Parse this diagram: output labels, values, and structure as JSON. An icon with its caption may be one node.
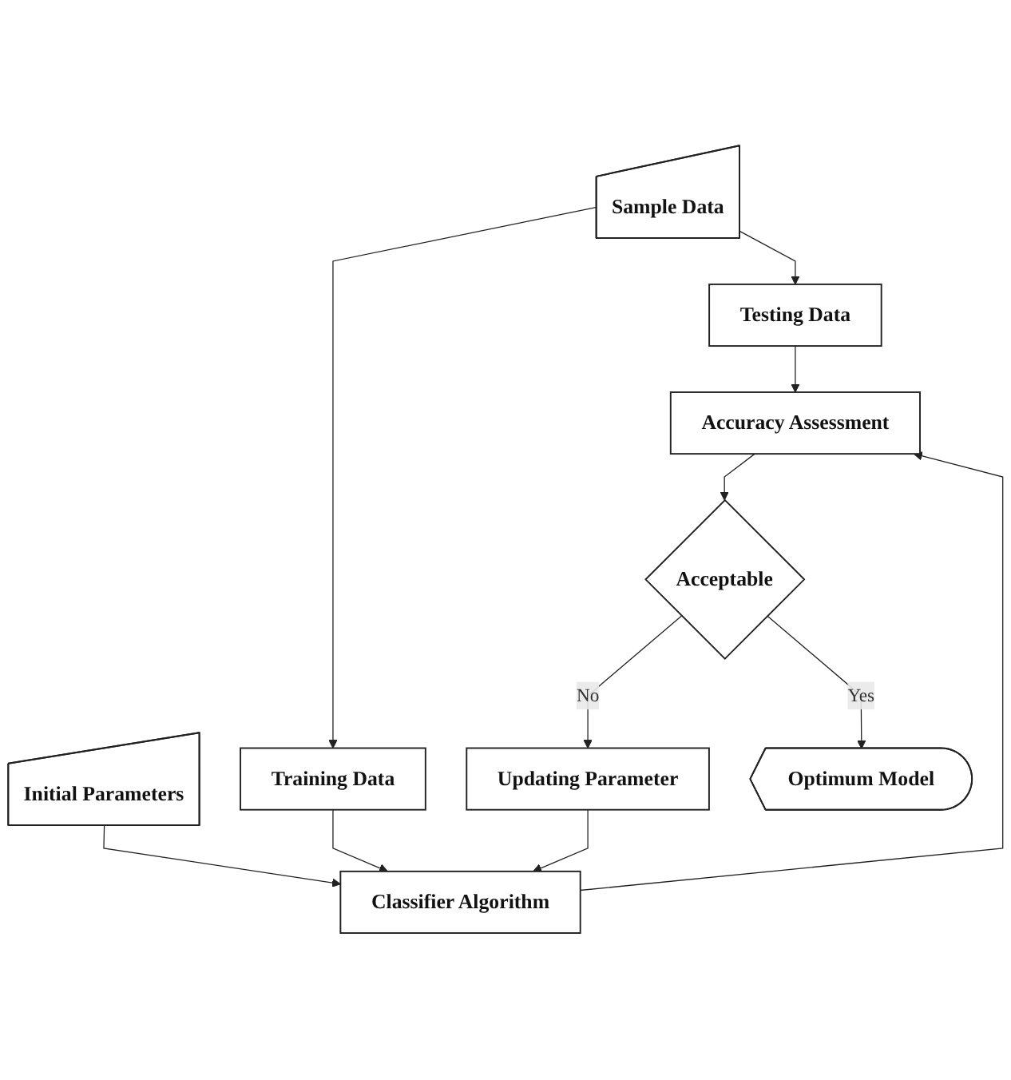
{
  "diagram": {
    "nodes": [
      {
        "text": [
          "Sample Data"
        ]
      },
      {
        "text": [
          "Initial Parameters"
        ]
      },
      {
        "text": [
          "Testing Data"
        ]
      },
      {
        "text": [
          "Training Data"
        ]
      },
      {
        "text": [
          "Accuracy Assessment"
        ]
      },
      {
        "text": [
          "Classifier Algorithm"
        ]
      },
      {
        "text": [
          "Acceptable"
        ]
      },
      {
        "text": [
          "Updating Parameter"
        ]
      },
      {
        "text": [
          "Optimum Model"
        ]
      }
    ],
    "edges": [
      {
        "from": 0,
        "to": 2,
        "arrow": "to"
      },
      {
        "from": 0,
        "to": 3,
        "arrow": "to"
      },
      {
        "from": 1,
        "to": 5,
        "arrow": "to"
      },
      {
        "from": 2,
        "to": 4,
        "arrow": "to"
      },
      {
        "from": 3,
        "to": 5,
        "arrow": "to"
      },
      {
        "from": 5,
        "to": 4,
        "arrow": "to"
      },
      {
        "from": 4,
        "to": 6,
        "arrow": "to"
      },
      {
        "from": 6,
        "to": 7,
        "arrow": "to",
        "label": "No"
      },
      {
        "from": 7,
        "to": 5,
        "arrow": "to"
      },
      {
        "from": 6,
        "to": 8,
        "arrow": "to",
        "label": "Yes"
      }
    ]
  }
}
